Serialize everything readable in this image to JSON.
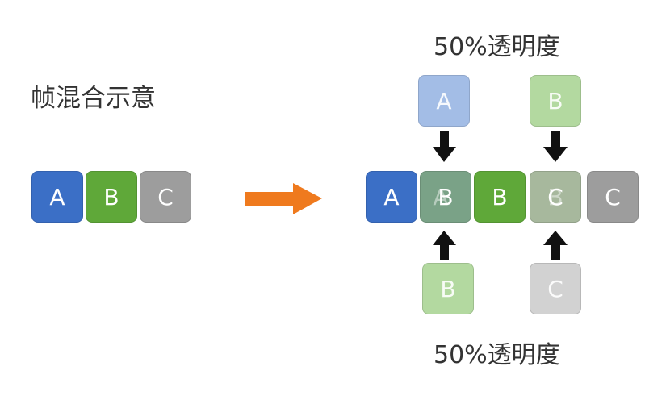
{
  "title": "帧混合示意",
  "opacity_label_top": "50%透明度",
  "opacity_label_bottom": "50%透明度",
  "colors": {
    "A": "#3b6fc6",
    "B": "#5fa839",
    "C": "#9d9d9d",
    "A_half": "#a3bde6",
    "B_half": "#b3d9a0",
    "C_half": "#d2d2d2",
    "AB_blend": "#7aa287",
    "BC_blend": "#a7b89d",
    "arrow_orange": "#ef7a1e",
    "arrow_black": "#111111"
  },
  "input_frames": [
    "A",
    "B",
    "C"
  ],
  "output_frames": [
    {
      "label": "A",
      "kind": "solid",
      "color_key": "A"
    },
    {
      "label": "B",
      "kind": "blend",
      "color_key": "AB_blend",
      "ghost": "A"
    },
    {
      "label": "B",
      "kind": "solid",
      "color_key": "B"
    },
    {
      "label": "C",
      "kind": "blend",
      "color_key": "BC_blend",
      "ghost": "B"
    },
    {
      "label": "C",
      "kind": "solid",
      "color_key": "C"
    }
  ],
  "top_sources": [
    {
      "label": "A",
      "color_key": "A_half"
    },
    {
      "label": "B",
      "color_key": "B_half"
    }
  ],
  "bottom_sources": [
    {
      "label": "B",
      "color_key": "B_half"
    },
    {
      "label": "C",
      "color_key": "C_half"
    }
  ]
}
